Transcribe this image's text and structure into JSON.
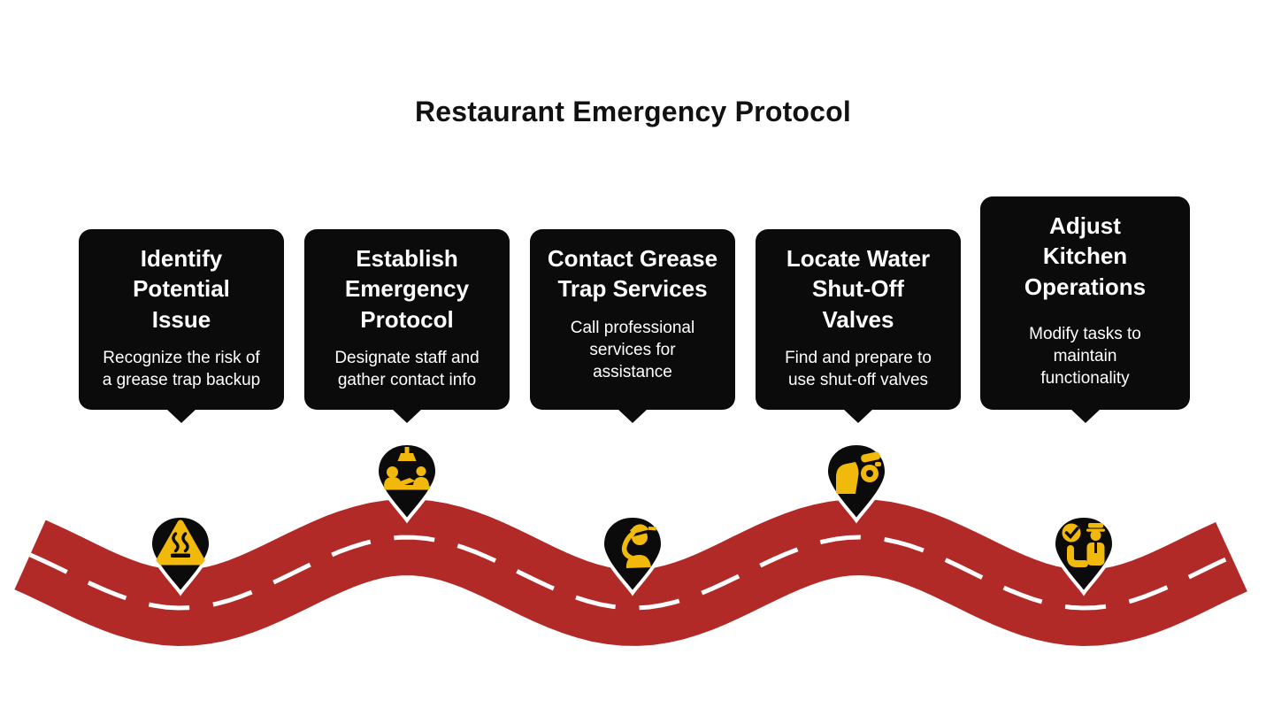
{
  "title": "Restaurant Emergency Protocol",
  "colors": {
    "road": "#B12A27",
    "bubble": "#0B0B0B",
    "accent_yellow": "#F0B90B",
    "text_dark": "#111111",
    "text_light": "#FFFFFF"
  },
  "steps": [
    {
      "title": "Identify\nPotential\nIssue",
      "description": "Recognize the risk of\na grease trap backup",
      "icon": "hot-surface-warning-icon"
    },
    {
      "title": "Establish\nEmergency\nProtocol",
      "description": "Designate staff and\ngather contact info",
      "icon": "team-meeting-icon"
    },
    {
      "title": "Contact Grease\nTrap Services",
      "description": "Call professional\nservices for\nassistance",
      "icon": "worker-phone-call-icon"
    },
    {
      "title": "Locate Water\nShut-Off\nValves",
      "description": "Find and prepare to\nuse shut-off valves",
      "icon": "water-valve-icon"
    },
    {
      "title": "Adjust\nKitchen\nOperations",
      "description": "Modify tasks to\nmaintain\nfunctionality",
      "icon": "inspection-check-icon"
    }
  ]
}
